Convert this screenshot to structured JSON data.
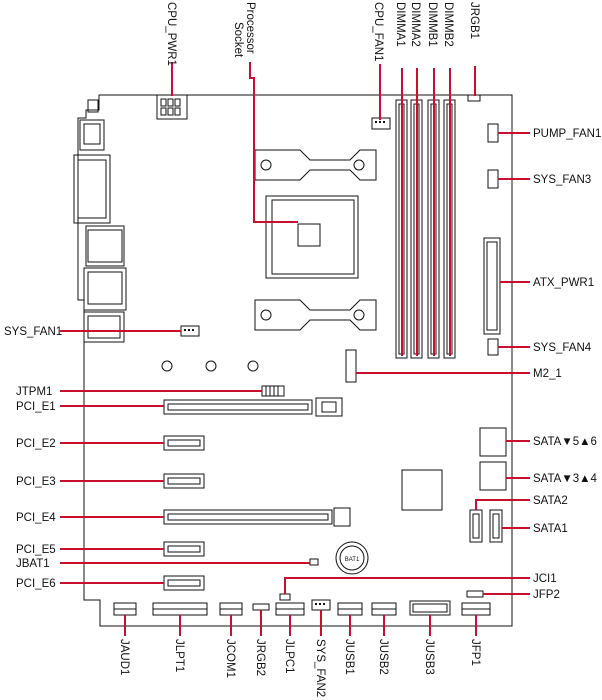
{
  "colors": {
    "leader": "#c8102e",
    "outline": "#111111",
    "background": "#ffffff"
  },
  "labels": {
    "cpu_pwr1": "CPU_PWR1",
    "processor_line1": "Processor",
    "processor_line2": "Socket",
    "cpu_fan1": "CPU_FAN1",
    "dimma1": "DIMMA1",
    "dimma2": "DIMMA2",
    "dimmb1": "DIMMB1",
    "dimmb2": "DIMMB2",
    "jrgb1": "JRGB1",
    "pump_fan1": "PUMP_FAN1",
    "sys_fan3": "SYS_FAN3",
    "atx_pwr1": "ATX_PWR1",
    "sys_fan4": "SYS_FAN4",
    "m2_1": "M2_1",
    "sata56": "SATA▼5▲6",
    "sata34": "SATA▼3▲4",
    "sata2": "SATA2",
    "sata1": "SATA1",
    "jci1": "JCI1",
    "jfp2": "JFP2",
    "sys_fan1": "SYS_FAN1",
    "jtpm1": "JTPM1",
    "pci_e1": "PCI_E1",
    "pci_e2": "PCI_E2",
    "pci_e3": "PCI_E3",
    "pci_e4": "PCI_E4",
    "pci_e5": "PCI_E5",
    "jbat1": "JBAT1",
    "pci_e6": "PCI_E6",
    "jaud1": "JAUD1",
    "jlpt1": "JLPT1",
    "jcom1": "JCOM1",
    "jrgb2": "JRGB2",
    "jlpc1": "JLPC1",
    "sys_fan2": "SYS_FAN2",
    "jusb1": "JUSB1",
    "jusb2": "JUSB2",
    "jusb3": "JUSB3",
    "jfp1": "JFP1",
    "bat_text": "BAT1"
  }
}
